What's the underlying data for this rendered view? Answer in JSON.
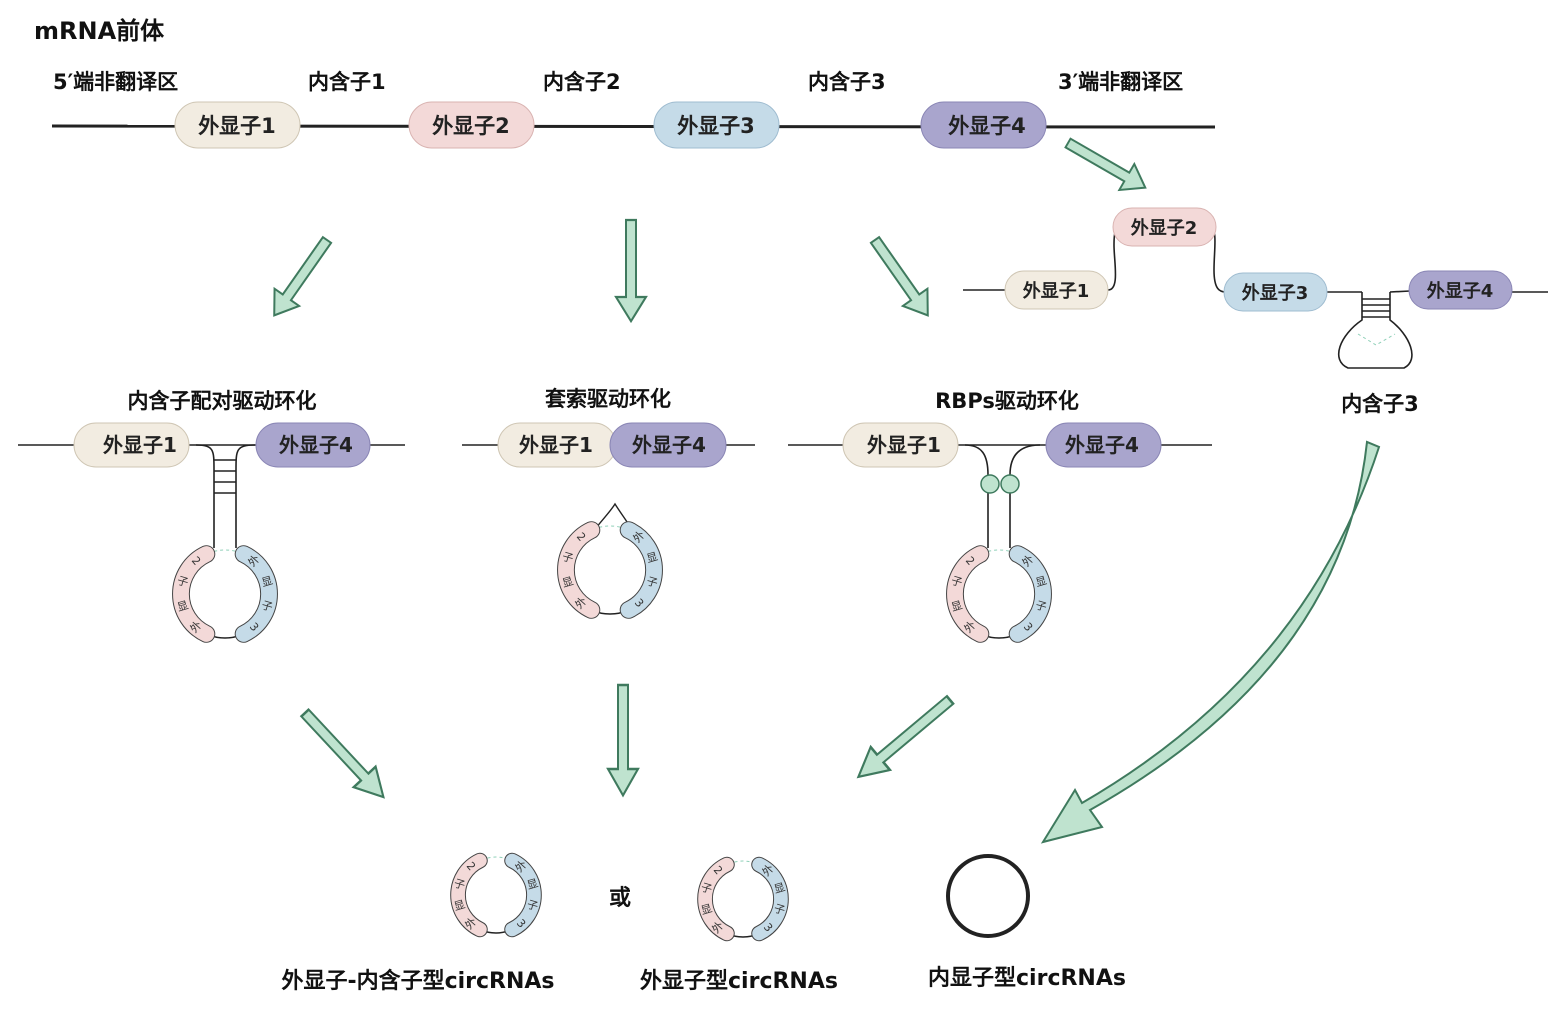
{
  "title": "mRNA前体",
  "top_labels": {
    "utr5": "5′端非翻译区",
    "intron1": "内含子1",
    "intron2": "内含子2",
    "intron3": "内含子3",
    "utr3": "3′端非翻译区"
  },
  "exons": {
    "e1": "外显子1",
    "e2": "外显子2",
    "e3": "外显子3",
    "e4": "外显子4"
  },
  "mechanisms": {
    "intron_pairing": "内含子配对驱动环化",
    "lariat": "套索驱动环化",
    "rbp": "RBPs驱动环化"
  },
  "intron3_label": "内含子3",
  "or_text": "或",
  "results": {
    "eicirc": "外显子-内含子型circRNAs",
    "ecirc": "外显子型circRNAs",
    "icirc": "内显子型circRNAs"
  },
  "arc_chars": {
    "left": [
      "外",
      "显",
      "子",
      "2"
    ],
    "right": [
      "外",
      "显",
      "子",
      "3"
    ]
  },
  "colors": {
    "exon1": "#f2ece1",
    "exon2": "#f3d9d8",
    "exon3": "#c5dbe8",
    "exon4": "#a9a5cd",
    "arrow_fill": "#bfe3cf",
    "arrow_stroke": "#3f7a5e",
    "line": "#222222"
  }
}
